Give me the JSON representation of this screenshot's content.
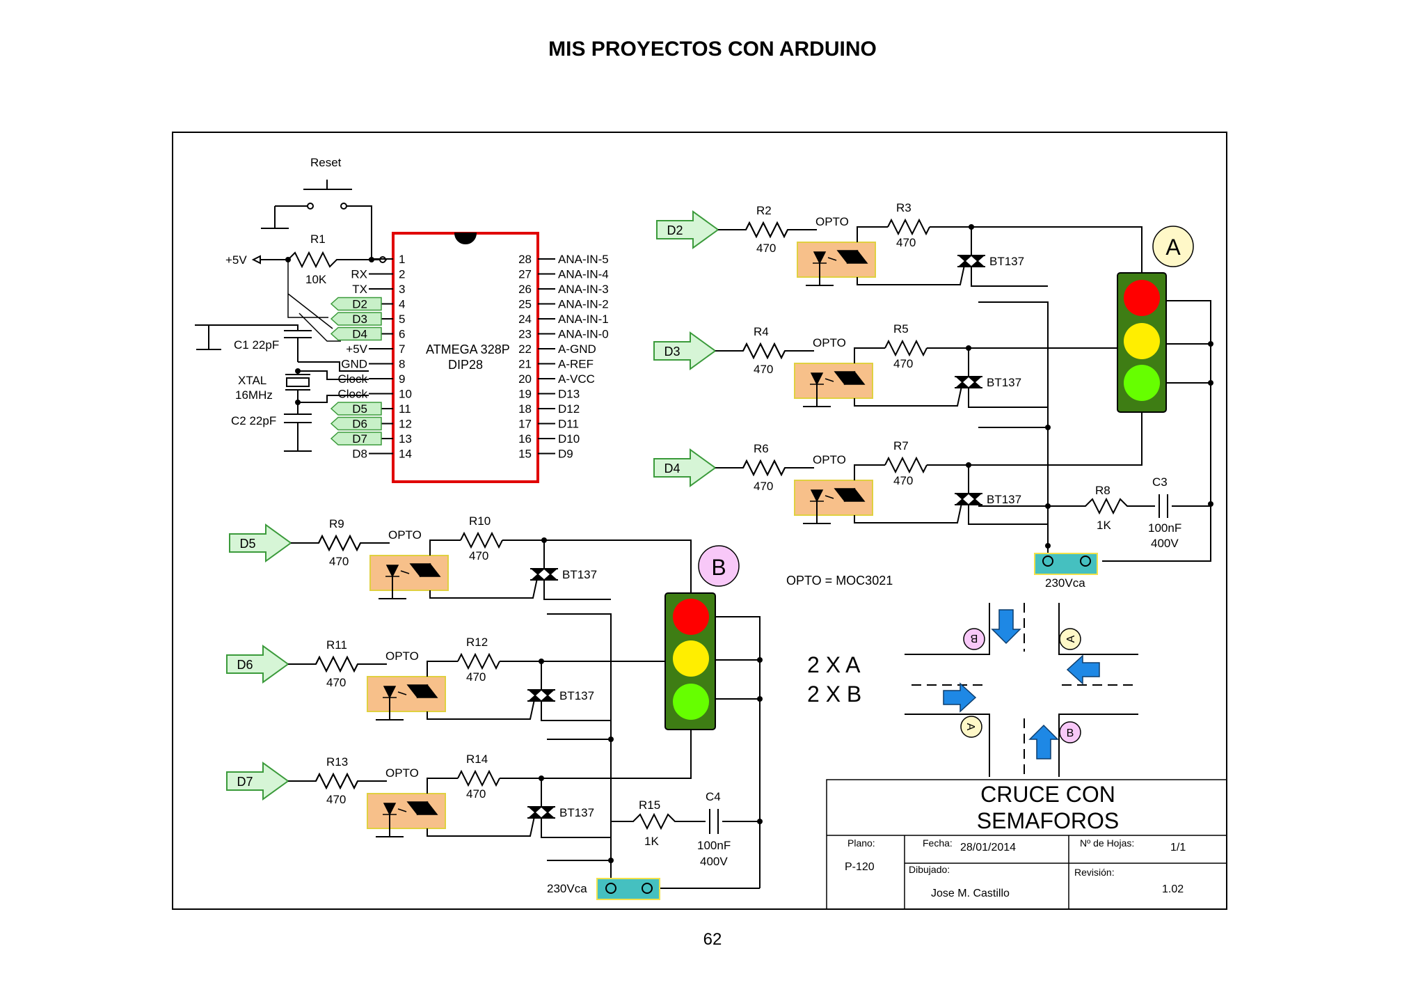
{
  "document": {
    "title": "MIS PROYECTOS CON ARDUINO",
    "page_number": "62"
  },
  "colors": {
    "chip_border": "#e00000",
    "opto_fill": "#f7c08a",
    "arrow_fill": "#d6f5d6",
    "arrow_stroke": "#3a9a3a",
    "pin_tag_fill": "#c8f0c8",
    "ac_fill": "#45c0c0",
    "traffic_body": "#3e7d14",
    "light_red": "#ff0000",
    "light_yellow": "#ffee00",
    "light_green": "#66ff00",
    "badge_a": "#fff8c8",
    "badge_b": "#f8c8f8",
    "road_arrow": "#1e88e5"
  },
  "mcu": {
    "reset_label": "Reset",
    "r1": "R1",
    "r1_value": "10K",
    "vcc_label": "+5V",
    "c1": "C1 22pF",
    "c2": "C2 22pF",
    "xtal": "XTAL",
    "xtal_freq": "16MHz",
    "chip_name": "ATMEGA 328P",
    "chip_package": "DIP28",
    "left_pins": [
      {
        "num": "1",
        "label": ""
      },
      {
        "num": "2",
        "label": "RX"
      },
      {
        "num": "3",
        "label": "TX"
      },
      {
        "num": "4",
        "label": "D2"
      },
      {
        "num": "5",
        "label": "D3"
      },
      {
        "num": "6",
        "label": "D4"
      },
      {
        "num": "7",
        "label": "+5V"
      },
      {
        "num": "8",
        "label": "GND"
      },
      {
        "num": "9",
        "label": "Clock"
      },
      {
        "num": "10",
        "label": "Clock"
      },
      {
        "num": "11",
        "label": "D5"
      },
      {
        "num": "12",
        "label": "D6"
      },
      {
        "num": "13",
        "label": "D7"
      },
      {
        "num": "14",
        "label": "D8"
      }
    ],
    "right_pins": [
      {
        "num": "28",
        "label": "ANA-IN-5"
      },
      {
        "num": "27",
        "label": "ANA-IN-4"
      },
      {
        "num": "26",
        "label": "ANA-IN-3"
      },
      {
        "num": "25",
        "label": "ANA-IN-2"
      },
      {
        "num": "24",
        "label": "ANA-IN-1"
      },
      {
        "num": "23",
        "label": "ANA-IN-0"
      },
      {
        "num": "22",
        "label": "A-GND"
      },
      {
        "num": "21",
        "label": "A-REF"
      },
      {
        "num": "20",
        "label": "A-VCC"
      },
      {
        "num": "19",
        "label": "D13"
      },
      {
        "num": "18",
        "label": "D12"
      },
      {
        "num": "17",
        "label": "D11"
      },
      {
        "num": "16",
        "label": "D10"
      },
      {
        "num": "15",
        "label": "D9"
      }
    ]
  },
  "channels_a": [
    {
      "input": "D2",
      "r_in": "R2",
      "r_in_val": "470",
      "opto": "OPTO",
      "r_gate": "R3",
      "r_gate_val": "470",
      "triac": "BT137"
    },
    {
      "input": "D3",
      "r_in": "R4",
      "r_in_val": "470",
      "opto": "OPTO",
      "r_gate": "R5",
      "r_gate_val": "470",
      "triac": "BT137"
    },
    {
      "input": "D4",
      "r_in": "R6",
      "r_in_val": "470",
      "opto": "OPTO",
      "r_gate": "R7",
      "r_gate_val": "470",
      "triac": "BT137"
    }
  ],
  "channels_b": [
    {
      "input": "D5",
      "r_in": "R9",
      "r_in_val": "470",
      "opto": "OPTO",
      "r_gate": "R10",
      "r_gate_val": "470",
      "triac": "BT137"
    },
    {
      "input": "D6",
      "r_in": "R11",
      "r_in_val": "470",
      "opto": "OPTO",
      "r_gate": "R12",
      "r_gate_val": "470",
      "triac": "BT137"
    },
    {
      "input": "D7",
      "r_in": "R13",
      "r_in_val": "470",
      "opto": "OPTO",
      "r_gate": "R14",
      "r_gate_val": "470",
      "triac": "BT137"
    }
  ],
  "snubber_a": {
    "r": "R8",
    "r_val": "1K",
    "c": "C3",
    "c_val": "100nF",
    "c_volt": "400V",
    "ac": "230Vca"
  },
  "snubber_b": {
    "r": "R15",
    "r_val": "1K",
    "c": "C4",
    "c_val": "100nF",
    "c_volt": "400V",
    "ac": "230Vca"
  },
  "badges": {
    "a": "A",
    "b": "B"
  },
  "opto_note": "OPTO = MOC3021",
  "intersection": {
    "count_a": "2 X  A",
    "count_b": "2 X  B",
    "marker_a": "A",
    "marker_b": "B"
  },
  "title_block": {
    "title_line1": "CRUCE CON",
    "title_line2": "SEMAFOROS",
    "plano_label": "Plano:",
    "plano_value": "P-120",
    "fecha_label": "Fecha:",
    "fecha_value": "28/01/2014",
    "hojas_label": "Nº de Hojas:",
    "hojas_value": "1/1",
    "dibujado_label": "Dibujado:",
    "dibujado_value": "Jose M. Castillo",
    "revision_label": "Revisión:",
    "revision_value": "1.02"
  }
}
